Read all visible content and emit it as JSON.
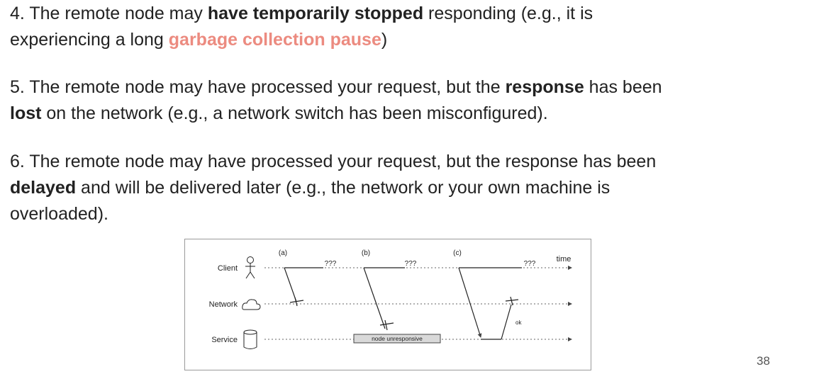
{
  "items": [
    {
      "number": "4.",
      "lines": [
        [
          {
            "text": "4. The remote node may ",
            "style": "normal"
          },
          {
            "text": "have temporarily stopped",
            "style": "bold"
          },
          {
            "text": " responding (e.g., it is",
            "style": "normal"
          }
        ],
        [
          {
            "text": "experiencing a long ",
            "style": "normal"
          },
          {
            "text": "garbage collection pause",
            "style": "highlight"
          },
          {
            "text": ")",
            "style": "normal"
          }
        ]
      ]
    },
    {
      "number": "5.",
      "lines": [
        [
          {
            "text": "5. The remote node may have processed your request, but the ",
            "style": "normal"
          },
          {
            "text": "response",
            "style": "bold"
          },
          {
            "text": " has been",
            "style": "normal"
          }
        ],
        [
          {
            "text": "lost",
            "style": "bold"
          },
          {
            "text": " on the network (e.g., a network switch has been misconfigured).",
            "style": "normal"
          }
        ]
      ]
    },
    {
      "number": "6.",
      "lines": [
        [
          {
            "text": "6. The remote node may have processed your request, but the response has been",
            "style": "normal"
          }
        ],
        [
          {
            "text": "delayed",
            "style": "bold"
          },
          {
            "text": " and will be delivered later (e.g., the network or your own machine is",
            "style": "normal"
          }
        ],
        [
          {
            "text": "overloaded).",
            "style": "normal"
          }
        ]
      ]
    }
  ],
  "diagram": {
    "lanes": {
      "client": "Client",
      "network": "Network",
      "service": "Service"
    },
    "cases": {
      "a": "(a)",
      "b": "(b)",
      "c": "(c)"
    },
    "unknown_marks": [
      "???",
      "???",
      "???"
    ],
    "time_label": "time",
    "unresponsive_box": "node unresponsive",
    "ok_label": "ok",
    "icons": [
      "person-icon",
      "cloud-icon",
      "database-icon"
    ]
  },
  "page_number": "38",
  "colors": {
    "text": "#222222",
    "highlight": "#ec8b80",
    "box_fill": "#d9d9d9",
    "dashed": "#666666"
  }
}
